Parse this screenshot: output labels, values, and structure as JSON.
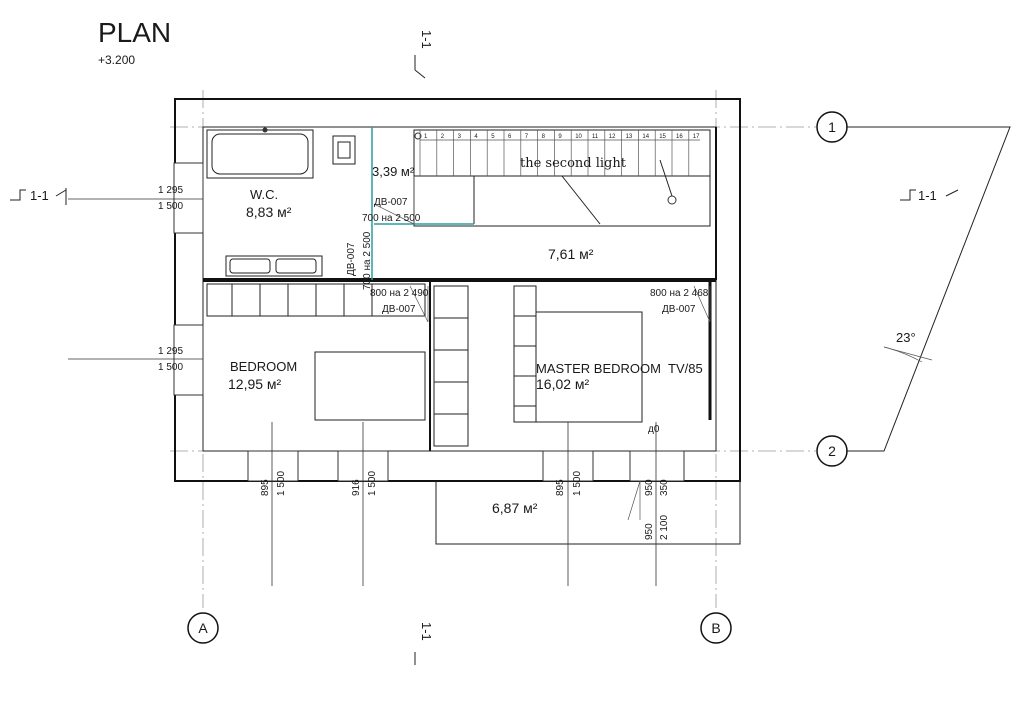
{
  "header": {
    "title": "PLAN",
    "level": "+3.200"
  },
  "axes": {
    "a": "A",
    "b": "B",
    "one": "1",
    "two": "2"
  },
  "section_marks": {
    "vertical": "1-1",
    "horizontal": "1-1"
  },
  "angle": "23°",
  "rooms": {
    "wc": {
      "name": "W.C.",
      "area": "8,83 м²"
    },
    "hall": {
      "area": "3,39 м²"
    },
    "second_light": {
      "label": "the second light"
    },
    "corridor": {
      "area": "7,61 м²"
    },
    "bedroom": {
      "name": "BEDROOM",
      "area": "12,95 м²"
    },
    "master": {
      "name": "MASTER BEDROOM",
      "area": "16,02 м²"
    },
    "tv": {
      "label": "TV/85"
    },
    "balcony": {
      "area": "6,87 м²"
    }
  },
  "doors": {
    "hall_type": "ДВ-007",
    "hall_size": "700 на 2 500",
    "wc_type": "ДВ-007",
    "wc_size": "700 на 2 500",
    "bed_size": "800 на 2 490",
    "bed_type": "ДВ-007",
    "master_size": "800 на 2 468",
    "master_type": "ДВ-007"
  },
  "window_dims": {
    "wc_w": "1 295",
    "wc_h": "1 500",
    "bed_w": "1 295",
    "bed_h": "1 500",
    "s1_a": "895",
    "s1_b": "1 500",
    "s2_a": "916",
    "s2_b": "1 500",
    "s3_a": "895",
    "s3_b": "1 500",
    "s4_a": "950",
    "s4_b": "350",
    "s4_c": "950",
    "s4_d": "2 100"
  },
  "d0": "д0",
  "stairs": [
    "1",
    "2",
    "3",
    "4",
    "5",
    "6",
    "7",
    "8",
    "9",
    "10",
    "11",
    "12",
    "13",
    "14",
    "15",
    "16",
    "17"
  ]
}
